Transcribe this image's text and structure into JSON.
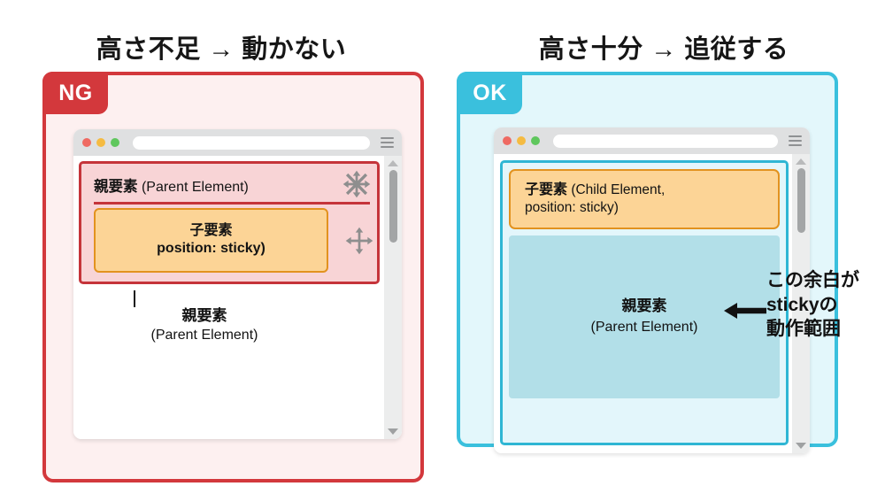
{
  "panels": {
    "ng": {
      "title": "高さ不足 → 動かない",
      "badge": "NG",
      "accent": "#d3383c",
      "background": "#fdf0f0",
      "browser": {
        "url_value": "",
        "menu_icon": "hamburger-icon",
        "dots": [
          "close-dot-red",
          "minimize-dot-yellow",
          "maximize-dot-green"
        ]
      },
      "parent_box": {
        "label_bold": "親要素",
        "label_rest": " (Parent Element)",
        "fill": "#f8d4d6",
        "border": "#c5343a"
      },
      "child_box": {
        "line1": "子要素",
        "line2": "position: sticky)",
        "fill": "#fcd496",
        "border": "#e2921f"
      },
      "icons": {
        "frozen": "move-disabled-icon",
        "move": "move-arrows-icon"
      },
      "callout": {
        "line1": "親要素",
        "line2": "(Parent Element)"
      }
    },
    "ok": {
      "title": "高さ十分 → 追従する",
      "badge": "OK",
      "accent": "#3ac0dd",
      "background": "#e3f7fb",
      "browser": {
        "url_value": "",
        "menu_icon": "hamburger-icon",
        "dots": [
          "close-dot-red",
          "minimize-dot-yellow",
          "maximize-dot-green"
        ]
      },
      "parent_box": {
        "fill": "#e3f6fb",
        "border": "#2fb6d4",
        "inner_fill": "#b2dfe8",
        "line1": "親要素",
        "line2": "(Parent Element)"
      },
      "child_box": {
        "line1_bold": "子要素",
        "line1_rest": " (Child Element,",
        "line2": "position: sticky)",
        "fill": "#fcd496",
        "border": "#e2921f"
      },
      "annotation": {
        "arrow": "arrow-left-icon",
        "line1": "この余白が",
        "line2": "stickyの",
        "line3": "動作範囲"
      }
    }
  }
}
